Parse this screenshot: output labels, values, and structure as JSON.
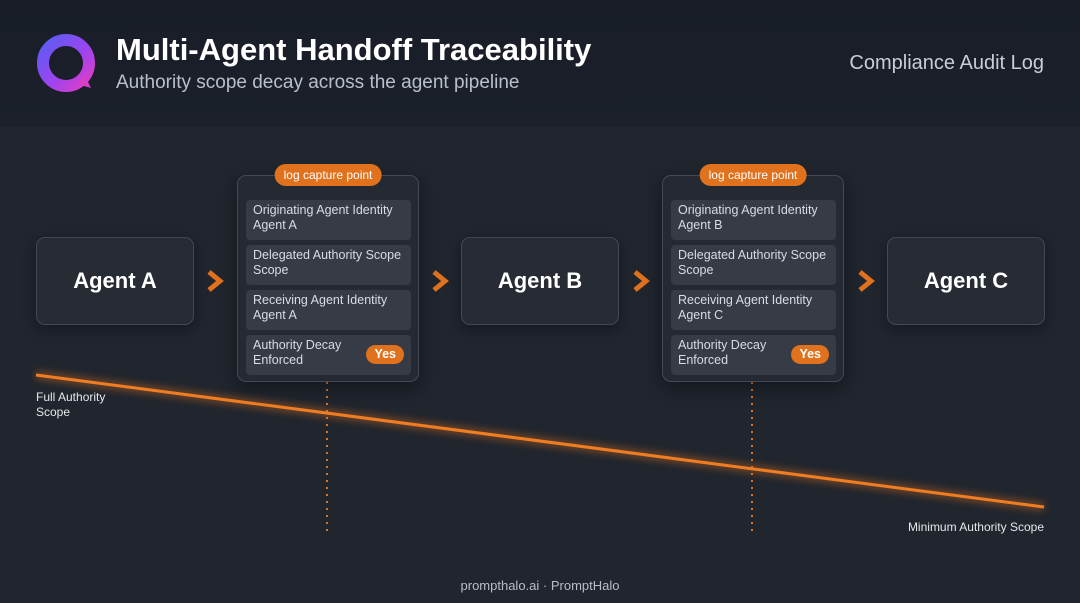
{
  "header": {
    "title": "Multi-Agent Handoff Traceability",
    "subtitle": "Authority scope decay across the agent pipeline",
    "right_label": "Compliance Audit Log",
    "logo_icon": "ring-logo-icon"
  },
  "agents": [
    {
      "label": "Agent A"
    },
    {
      "label": "Agent B"
    },
    {
      "label": "Agent C"
    }
  ],
  "log_boxes": [
    {
      "badge": "log capture point",
      "fields": [
        {
          "label": "Originating Agent Identity",
          "value": "Agent A"
        },
        {
          "label": "Delegated Authority Scope",
          "value": "Scope"
        },
        {
          "label": "Receiving Agent Identity",
          "value": "Agent A"
        },
        {
          "label": "Authority Decay",
          "value": "Enforced",
          "badge": "Yes"
        }
      ]
    },
    {
      "badge": "log capture point",
      "fields": [
        {
          "label": "Originating Agent Identity",
          "value": "Agent B"
        },
        {
          "label": "Delegated Authority Scope",
          "value": "Scope"
        },
        {
          "label": "Receiving Agent Identity",
          "value": "Agent C"
        },
        {
          "label": "Authority Decay",
          "value": "Enforced",
          "badge": "Yes"
        }
      ]
    }
  ],
  "decay_line": {
    "start_label_line1": "Full Authority",
    "start_label_line2": "Scope",
    "end_label": "Minimum Authority Scope"
  },
  "colors": {
    "accent": "#e0711d",
    "background": "#20252e",
    "header": "#181d27",
    "card": "#262b34"
  },
  "footer": "prompthalo.ai · PromptHalo"
}
